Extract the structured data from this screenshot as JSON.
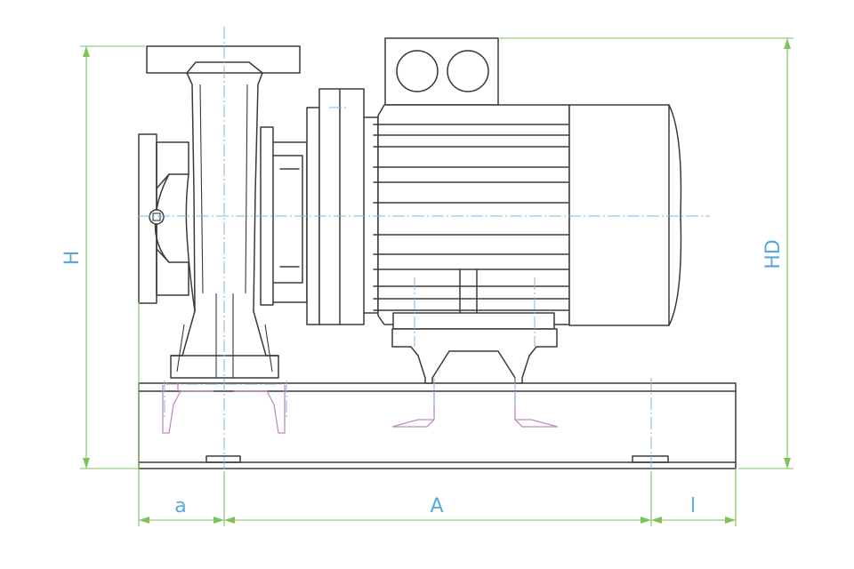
{
  "dimensions": {
    "height_label": "H",
    "motor_height_label": "HD",
    "left_offset_label": "a",
    "center_distance_label": "A",
    "right_offset_label": "l"
  },
  "colors": {
    "outline": "#3a3a3a",
    "center_line": "#7fb8dc",
    "dimension_line": "#7ec35a",
    "hidden_line": "#c48ac4",
    "label_text": "#5ba8d8"
  }
}
